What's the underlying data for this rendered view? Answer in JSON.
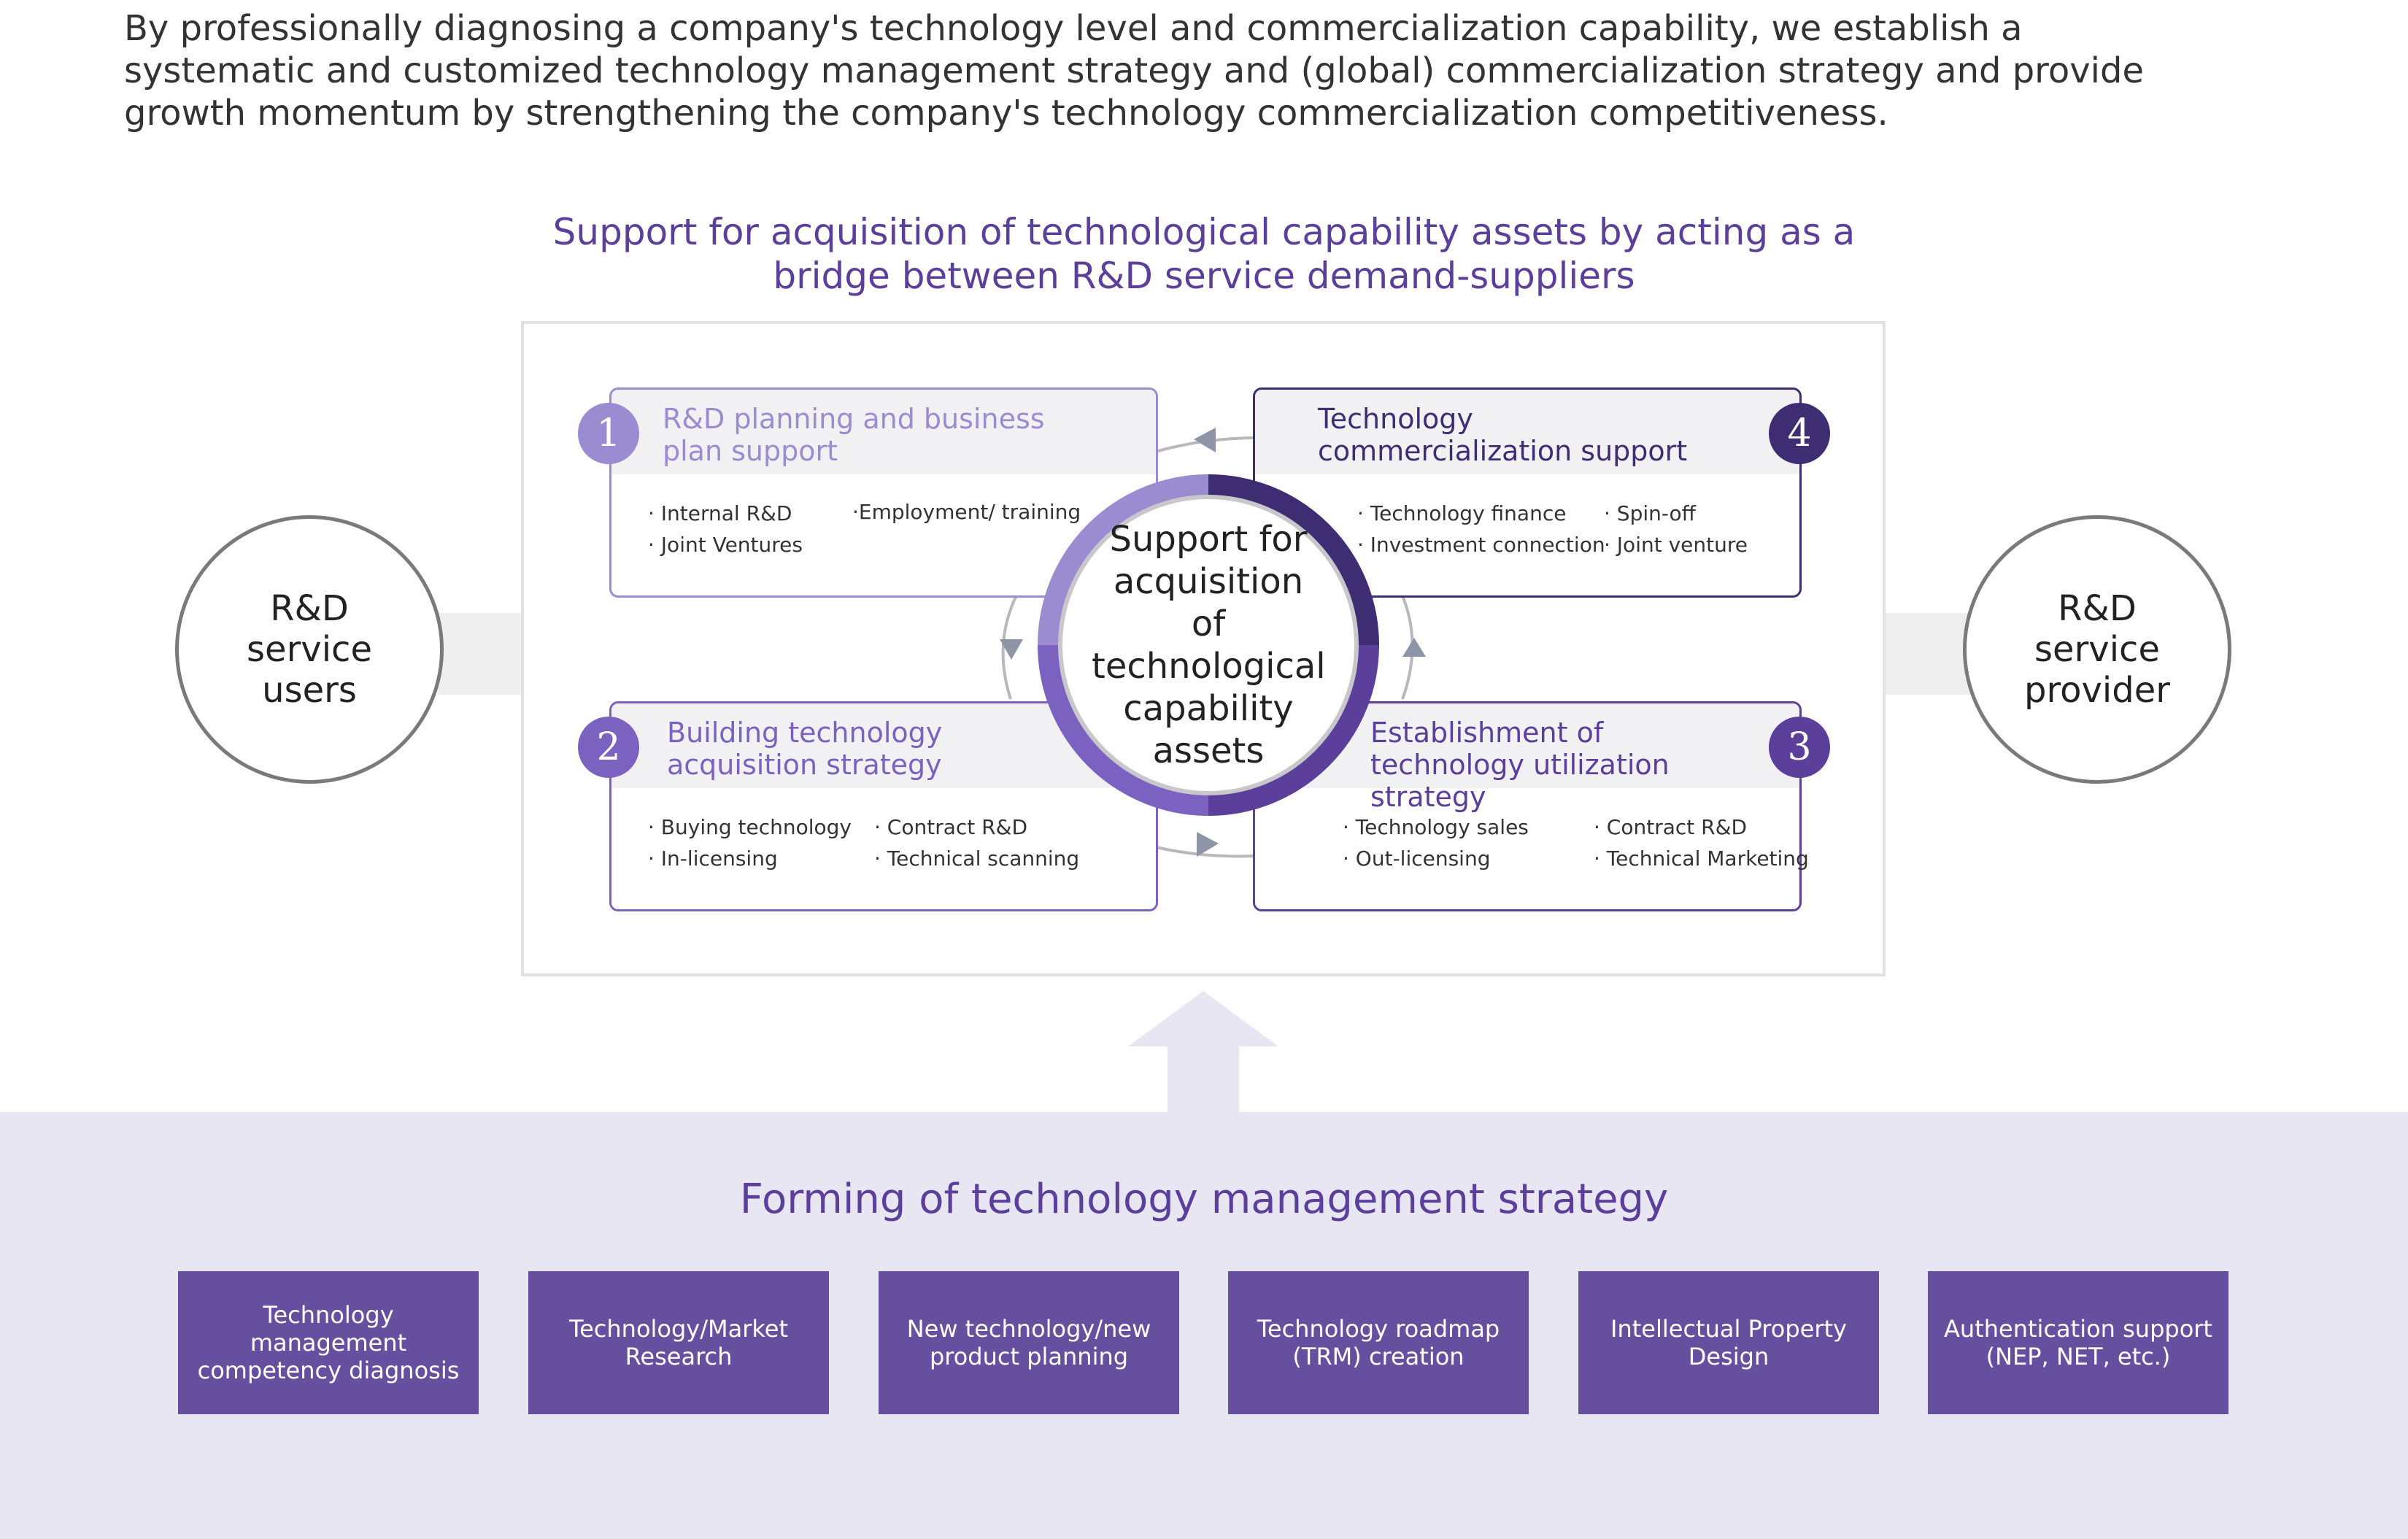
{
  "intro": {
    "text": "By professionally diagnosing a company's technology level and commercialization capability, we establish a systematic and customized technology management strategy and (global) commercialization strategy and provide growth momentum by strengthening the company's technology commercialization competitiveness."
  },
  "diagram": {
    "title": "Support for acquisition of technological capability assets by acting as a bridge between R&D service demand-suppliers",
    "left_node": "R&D service users",
    "right_node": "R&D service provider",
    "center": "Support for acquisition of technological capability assets",
    "boxes": [
      {
        "number": "1",
        "title": "R&D planning and business plan support",
        "color": "#9b8bd0",
        "items": [
          "· Internal R&D",
          "· Joint Ventures",
          "·Employment/ training"
        ]
      },
      {
        "number": "2",
        "title": "Building technology acquisition strategy",
        "color": "#7b62c0",
        "items": [
          "· Buying technology",
          "· In-licensing",
          "· Contract R&D",
          "· Technical scanning"
        ]
      },
      {
        "number": "3",
        "title": "Establishment of technology utilization strategy",
        "color": "#5b3f9a",
        "items": [
          "· Technology sales",
          "· Out-licensing",
          "· Contract R&D",
          "· Technical Marketing"
        ]
      },
      {
        "number": "4",
        "title": "Technology commercialization support",
        "color": "#3f2d73",
        "items": [
          "· Technology finance",
          "· Investment connection",
          "· Spin-off",
          "· Joint venture"
        ]
      }
    ]
  },
  "forming": {
    "title": "Forming of technology management strategy",
    "cards": [
      "Technology management competency diagnosis",
      "Technology/Market Research",
      "New technology/new product planning",
      "Technology roadmap (TRM) creation",
      "Intellectual Property Design",
      "Authentication support (NEP, NET, etc.)"
    ]
  },
  "colors": {
    "accent": "#5b3f9a",
    "card": "#674fa0",
    "band": "#e9e6f3"
  }
}
